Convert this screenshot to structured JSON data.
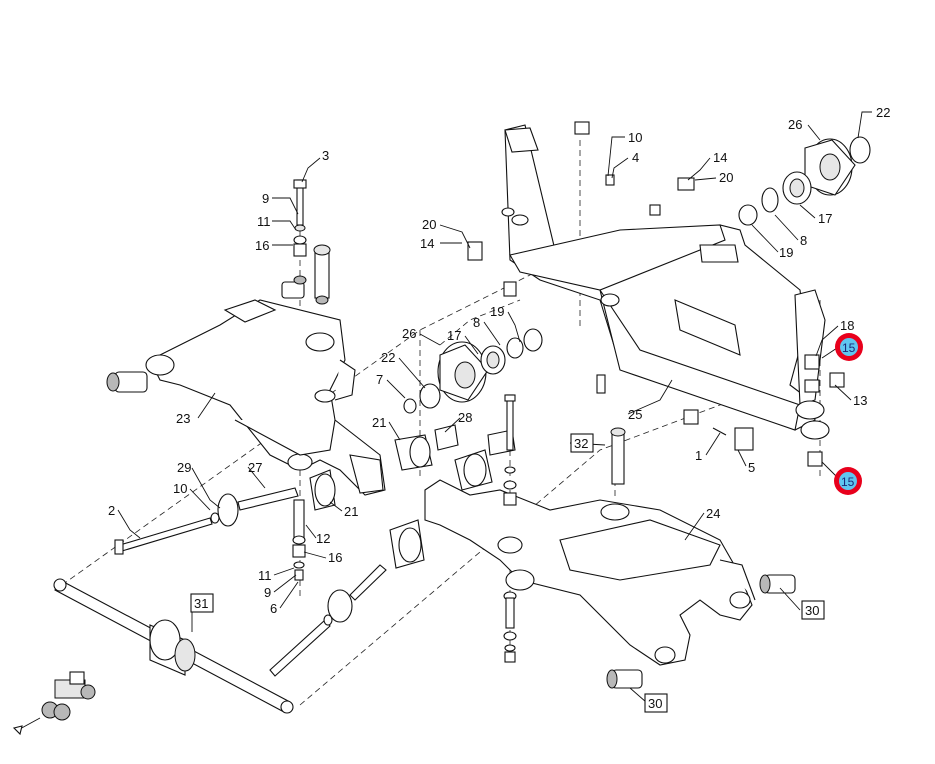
{
  "diagram": {
    "labels": [
      {
        "id": "l3",
        "text": "3"
      },
      {
        "id": "l9a",
        "text": "9"
      },
      {
        "id": "l11a",
        "text": "11"
      },
      {
        "id": "l16a",
        "text": "16"
      },
      {
        "id": "l23",
        "text": "23"
      },
      {
        "id": "l10a",
        "text": "10"
      },
      {
        "id": "l4",
        "text": "4"
      },
      {
        "id": "l14a",
        "text": "14"
      },
      {
        "id": "l20a",
        "text": "20"
      },
      {
        "id": "l26a",
        "text": "26"
      },
      {
        "id": "l22a",
        "text": "22"
      },
      {
        "id": "l17a",
        "text": "17"
      },
      {
        "id": "l8a",
        "text": "8"
      },
      {
        "id": "l19a",
        "text": "19"
      },
      {
        "id": "l20b",
        "text": "20"
      },
      {
        "id": "l14b",
        "text": "14"
      },
      {
        "id": "l19b",
        "text": "19"
      },
      {
        "id": "l8b",
        "text": "8"
      },
      {
        "id": "l17b",
        "text": "17"
      },
      {
        "id": "l26b",
        "text": "26"
      },
      {
        "id": "l22b",
        "text": "22"
      },
      {
        "id": "l7",
        "text": "7"
      },
      {
        "id": "l21a",
        "text": "21"
      },
      {
        "id": "l28",
        "text": "28"
      },
      {
        "id": "l18",
        "text": "18"
      },
      {
        "id": "l13",
        "text": "13"
      },
      {
        "id": "l25",
        "text": "25"
      },
      {
        "id": "l1",
        "text": "1"
      },
      {
        "id": "l5",
        "text": "5"
      },
      {
        "id": "l29",
        "text": "29"
      },
      {
        "id": "l27",
        "text": "27"
      },
      {
        "id": "l10b",
        "text": "10"
      },
      {
        "id": "l2",
        "text": "2"
      },
      {
        "id": "l12",
        "text": "12"
      },
      {
        "id": "l21b",
        "text": "21"
      },
      {
        "id": "l16b",
        "text": "16"
      },
      {
        "id": "l11b",
        "text": "11"
      },
      {
        "id": "l9b",
        "text": "9"
      },
      {
        "id": "l6",
        "text": "6"
      },
      {
        "id": "l24",
        "text": "24"
      }
    ],
    "boxed_labels": [
      {
        "id": "b32",
        "text": "32"
      },
      {
        "id": "b31",
        "text": "31"
      },
      {
        "id": "b30a",
        "text": "30"
      },
      {
        "id": "b30b",
        "text": "30"
      }
    ],
    "highlighted_labels": [
      {
        "id": "h15a",
        "text": "15"
      },
      {
        "id": "h15b",
        "text": "15"
      }
    ],
    "colors": {
      "highlight_ring": "#e8001c",
      "highlight_fill": "#5fc6f0",
      "line": "#111111"
    }
  }
}
